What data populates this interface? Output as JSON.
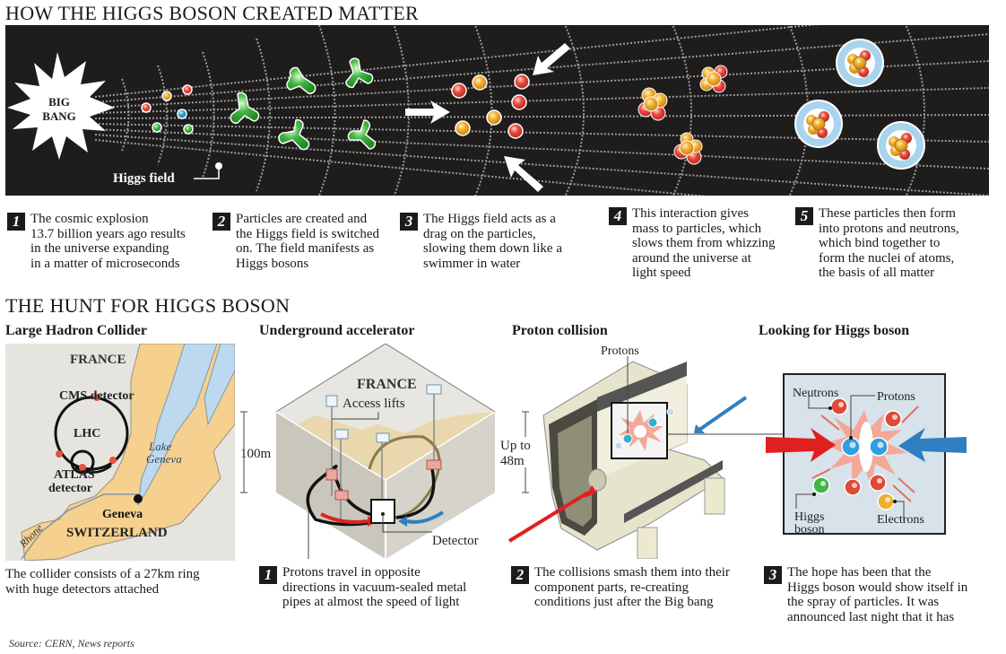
{
  "top_section": {
    "title": "HOW THE HIGGS BOSON CREATED MATTER",
    "big_bang_label_line1": "BIG",
    "big_bang_label_line2": "BANG",
    "higgs_field_label": "Higgs field",
    "steps": [
      {
        "number": "1",
        "text": "The cosmic explosion\n13.7 billion years ago results\nin the universe expanding\nin a matter of microseconds"
      },
      {
        "number": "2",
        "text": "Particles are created and\nthe Higgs field is switched\non. The field manifests as\nHiggs bosons"
      },
      {
        "number": "3",
        "text": "The Higgs field acts as a\ndrag on the particles,\nslowing them down like a\nswimmer in water"
      },
      {
        "number": "4",
        "text": "This interaction gives\nmass to particles, which\nslows them from whizzing\naround the universe at\nlight speed"
      },
      {
        "number": "5",
        "text": "These particles then form\ninto protons and neutrons,\nwhich bind together to\nform the nuclei of atoms,\nthe basis of all matter"
      }
    ]
  },
  "hunt_section": {
    "title": "THE HUNT FOR HIGGS BOSON",
    "panels": {
      "lhc_map": {
        "title": "Large Hadron Collider",
        "france": "FRANCE",
        "cms": "CMS detector",
        "lhc": "LHC",
        "atlas_line1": "ATLAS",
        "atlas_line2": "detector",
        "lake_line1": "Lake",
        "lake_line2": "Geneva",
        "geneva": "Geneva",
        "switzerland": "SWITZERLAND",
        "rhone": "Rhone",
        "caption": "The collider consists of a 27km ring\nwith huge detectors attached"
      },
      "accelerator": {
        "title": "Underground accelerator",
        "france": "FRANCE",
        "access_lifts": "Access lifts",
        "depth": "100m",
        "detector": "Detector"
      },
      "collision": {
        "title": "Proton collision",
        "protons": "Protons",
        "size_line1": "Up to",
        "size_line2": "48m"
      },
      "looking": {
        "title": "Looking for Higgs boson",
        "neutrons": "Neutrons",
        "protons": "Protons",
        "higgs_line1": "Higgs",
        "higgs_line2": "boson",
        "electrons": "Electrons"
      }
    },
    "steps": [
      {
        "number": "1",
        "text": "Protons travel in opposite\ndirections in vacuum-sealed metal\npipes at almost the speed of light"
      },
      {
        "number": "2",
        "text": "The collisions smash them into their\ncomponent parts, re-creating\nconditions just after the Big bang"
      },
      {
        "number": "3",
        "text": "The hope has been that the\nHiggs boson would show itself in\nthe spray of particles. It was\nannounced last night that it has"
      }
    ]
  },
  "source": "Source: CERN, News reports",
  "colors": {
    "band": "#1f1c1c",
    "higgs_green": "#3aa83a",
    "proton_red": "#d8382e",
    "neutron_orange": "#eaa42a",
    "beam_blue": "#2f7fc1",
    "land": "#f6d08f",
    "lake": "#bcd9ef",
    "map_bg": "#e6e4df"
  }
}
